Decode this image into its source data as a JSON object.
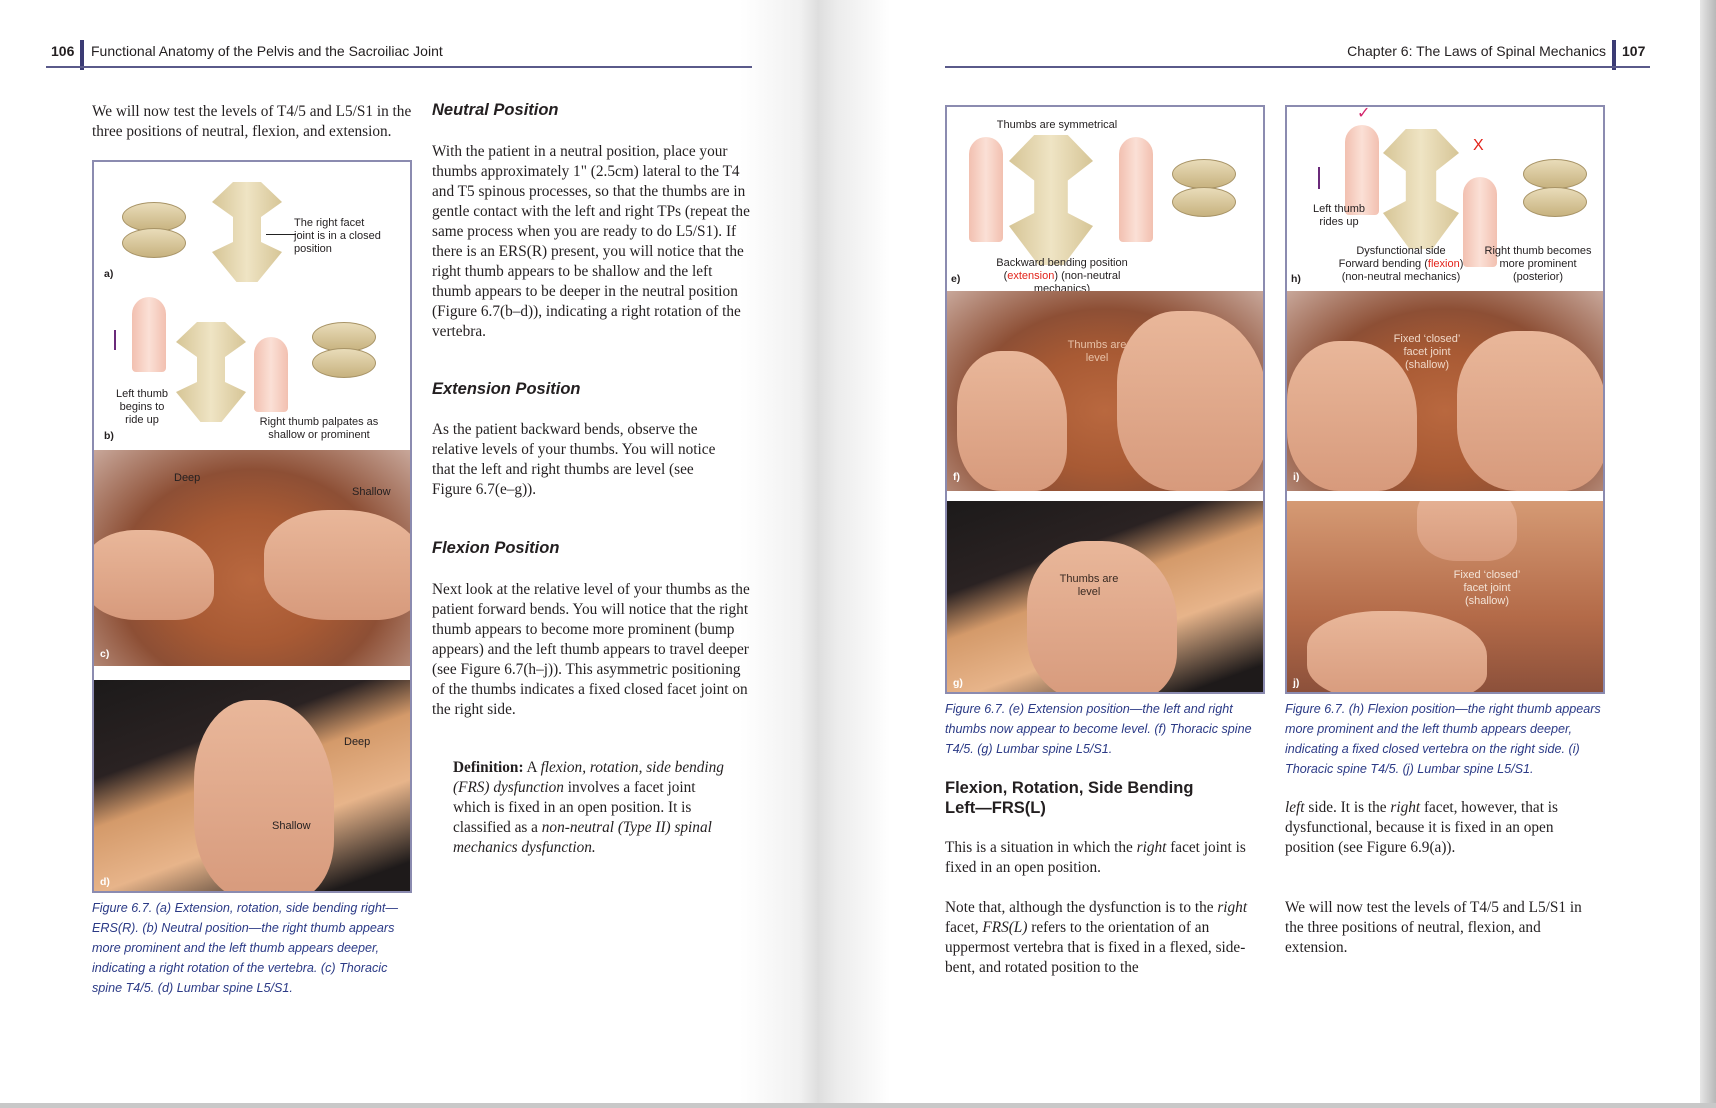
{
  "left_page": {
    "page_number": "106",
    "running_head": "Functional Anatomy of the Pelvis and the Sacroiliac Joint",
    "intro": "We will now test the levels of T4/5 and L5/S1 in the three positions of neutral, flexion, and extension.",
    "figure": {
      "a_label": "a)",
      "a_note": "The right facet joint is in a closed position",
      "b_label": "b)",
      "b_left_note": "Left thumb begins to ride up",
      "b_right_note": "Right thumb palpates as shallow or prominent",
      "c_label": "c)",
      "c_deep": "Deep",
      "c_shallow": "Shallow",
      "d_label": "d)",
      "d_deep": "Deep",
      "d_shallow": "Shallow",
      "caption": "Figure 6.7. (a) Extension, rotation, side bending right—ERS(R). (b) Neutral position—the right thumb appears more prominent and the left thumb appears deeper, indicating a right rotation of the vertebra. (c) Thoracic spine T4/5. (d) Lumbar spine L5/S1."
    },
    "neutral": {
      "heading": "Neutral Position",
      "body": "With the patient in a neutral position, place your thumbs approximately 1\" (2.5cm) lateral to the T4 and T5 spinous processes, so that the thumbs are in gentle contact with the left and right TPs (repeat the same process when you are ready to do L5/S1). If there is an ERS(R) present, you will notice that the right thumb appears to be shallow and the left thumb appears to be deeper in the neutral position (Figure 6.7(b–d)), indicating a right rotation of the vertebra."
    },
    "extension": {
      "heading": "Extension Position",
      "body": "As the patient backward bends, observe the relative levels of your thumbs. You will notice that the left and right thumbs are level (see Figure 6.7(e–g))."
    },
    "flexion": {
      "heading": "Flexion Position",
      "body": "Next look at the relative level of your thumbs as the patient forward bends. You will notice that the right thumb appears to become more prominent (bump appears) and the left thumb appears to travel deeper (see Figure 6.7(h–j)). This asymmetric positioning of the thumbs indicates a fixed closed facet joint on the right side."
    },
    "definition": {
      "label": "Definition:",
      "t1": " A ",
      "t2": "flexion, rotation, side bending (FRS) dysfunction",
      "t3": " involves a facet joint which is fixed in an open position. It is classified as a ",
      "t4": "non-neutral (Type II) spinal mechanics dysfunction."
    }
  },
  "right_page": {
    "page_number": "107",
    "running_head": "Chapter 6: The Laws of Spinal Mechanics",
    "figure_e": {
      "top_note": "Thumbs are symmetrical",
      "e_label": "e)",
      "bottom_note_1": "Backward bending position",
      "bottom_red": "extension",
      "bottom_note_2": "(non-neutral mechanics)",
      "f_label": "f)",
      "f_note": "Thumbs are level",
      "g_label": "g)",
      "g_note": "Thumbs are level",
      "caption": "Figure 6.7. (e) Extension position—the left and right thumbs now appear to become level. (f) Thoracic spine T4/5. (g) Lumbar spine L5/S1."
    },
    "figure_h": {
      "check_mark": "✓",
      "x_mark": "X",
      "left_note": "Left thumb rides up",
      "h_label": "h)",
      "center_note_1": "Dysfunctional side",
      "center_note_2": "Forward bending (",
      "center_red": "flexion",
      "center_note_3": ")",
      "center_note_4": "(non-neutral mechanics)",
      "right_note": "Right thumb becomes more prominent (posterior)",
      "i_label": "i)",
      "i_note": "Fixed ‘closed’ facet joint (shallow)",
      "j_label": "j)",
      "j_note": "Fixed ‘closed’ facet joint (shallow)",
      "caption": "Figure 6.7. (h) Flexion position—the right thumb appears more prominent and the left thumb appears deeper, indicating a fixed closed vertebra on the right side. (i) Thoracic spine T4/5. (j) Lumbar spine L5/S1."
    },
    "frs": {
      "heading": "Flexion, Rotation, Side Bending Left—FRS(L)",
      "p1_a": "This is a situation in which the ",
      "p1_b": "right",
      "p1_c": " facet joint is fixed in an open position.",
      "p2_a": "Note that, although the dysfunction is to the ",
      "p2_b": "right",
      "p2_c": " facet, ",
      "p2_d": "FRS(L)",
      "p2_e": " refers to the orientation of an uppermost vertebra that is fixed in a flexed, side-bent, and rotated position to the ",
      "p2_f": "left",
      "p2_g": " side. It is the ",
      "p2_h": "right",
      "p2_i": " facet, however, that is dysfunctional, because it is fixed in an open position (see Figure 6.9(a)).",
      "p3": "We will now test the levels of T4/5 and L5/S1 in the three positions of neutral, flexion, and extension."
    }
  },
  "colors": {
    "rule": "#3b3b74",
    "caption": "#2b3a86",
    "highlight": "#e2231a"
  }
}
